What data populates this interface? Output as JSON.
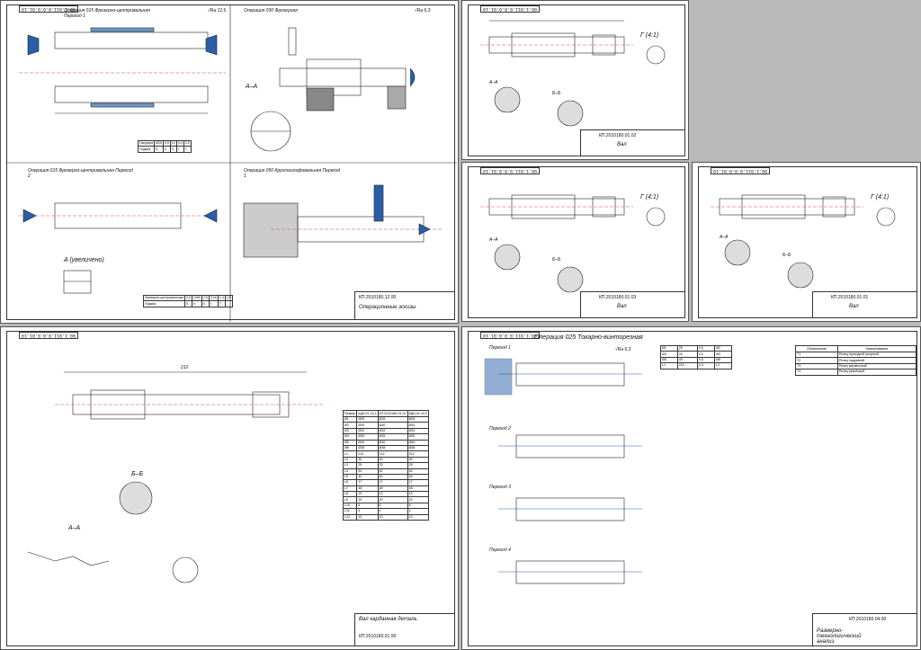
{
  "sheets": {
    "s1": {
      "stamp": "00.1.011.0.0.0.01.19",
      "ops": [
        "Операция 015 Фрезерно-центровальная Переход 1",
        "Операция 030 Фрезерная",
        "Операция 015 Фрезерно-центровальная Переход 2",
        "Операция 050 Круглошлифовальная Переход 1"
      ],
      "section": "A–A",
      "view": "A (увеличено)",
      "code": "КП.2010180.12.00",
      "name": "Операционные эскизы",
      "rough1": "√Ra 12,5",
      "rough2": "√Ra 6,3"
    },
    "s2": {
      "stamp": "00.1.011.0.0.0.01.19",
      "code": "КП.2010180.01.02",
      "name": "Вал",
      "sections": [
        "A–A",
        "Б–Б"
      ],
      "view": "Г (4:1)"
    },
    "s3": {
      "stamp": "00.1.011.0.0.0.01.19",
      "code": "КП.2010180.01.03",
      "name": "Вал",
      "sections": [
        "A–A",
        "Б–Б"
      ],
      "view": "Г (4:1)"
    },
    "s4": {
      "stamp": "00.1.011.0.0.0.01.19",
      "code": "КП.2010180.01.01",
      "name": "Вал",
      "sections": [
        "A–A",
        "Б–Б"
      ],
      "view": "Г (4:1)"
    },
    "s5": {
      "stamp": "00.1.011.0.0.0.01.19",
      "sections": [
        "Б–Б",
        "A–A"
      ],
      "dim_total": "212",
      "name": "Вал карданная деталь",
      "code": "КП.2010180.01.00"
    },
    "s6": {
      "stamp": "00.1.011.0.0.0.01.19",
      "title": "Операция 025 Токарно-винторезная",
      "transitions": [
        "Переход 1",
        "Переход 2",
        "Переход 3",
        "Переход 4"
      ],
      "rough": "√Ra 6,3",
      "code": "КП.2010180.04.00",
      "name": "Размерно-технологический анализ"
    }
  },
  "tables": {
    "sizes_cols": [
      "Размер",
      "КДН-01.ч3.2",
      "КП-2010180-01.02",
      "КДН-01.ч3.9"
    ],
    "sizes_rows": [
      [
        "Ø1",
        "Ø25",
        "Ø25",
        "Ø25"
      ],
      [
        "Ø2",
        "Ø30",
        "Ø30",
        "Ø30"
      ],
      [
        "Ø3",
        "Ø32",
        "Ø32",
        "Ø32"
      ],
      [
        "Ø4",
        "Ø35",
        "Ø35",
        "Ø35"
      ],
      [
        "Ø5",
        "Ø40",
        "Ø40",
        "Ø40"
      ],
      [
        "Ø6",
        "Ø38",
        "Ø38",
        "Ø38"
      ],
      [
        "L1",
        "212",
        "212",
        "212"
      ],
      [
        "L2",
        "30",
        "30",
        "30"
      ],
      [
        "L3",
        "25",
        "25",
        "25"
      ],
      [
        "L4",
        "52",
        "52",
        "52"
      ],
      [
        "L5",
        "40",
        "40",
        "40"
      ],
      [
        "L6",
        "17",
        "17",
        "17"
      ],
      [
        "L7",
        "48",
        "48",
        "48"
      ],
      [
        "L8",
        "13",
        "13",
        "13"
      ],
      [
        "L9",
        "20",
        "20",
        "20"
      ],
      [
        "L10",
        "6",
        "6",
        "6"
      ],
      [
        "L11",
        "4",
        "4",
        "4"
      ],
      [
        "L12",
        "10",
        "10",
        "10"
      ]
    ]
  }
}
